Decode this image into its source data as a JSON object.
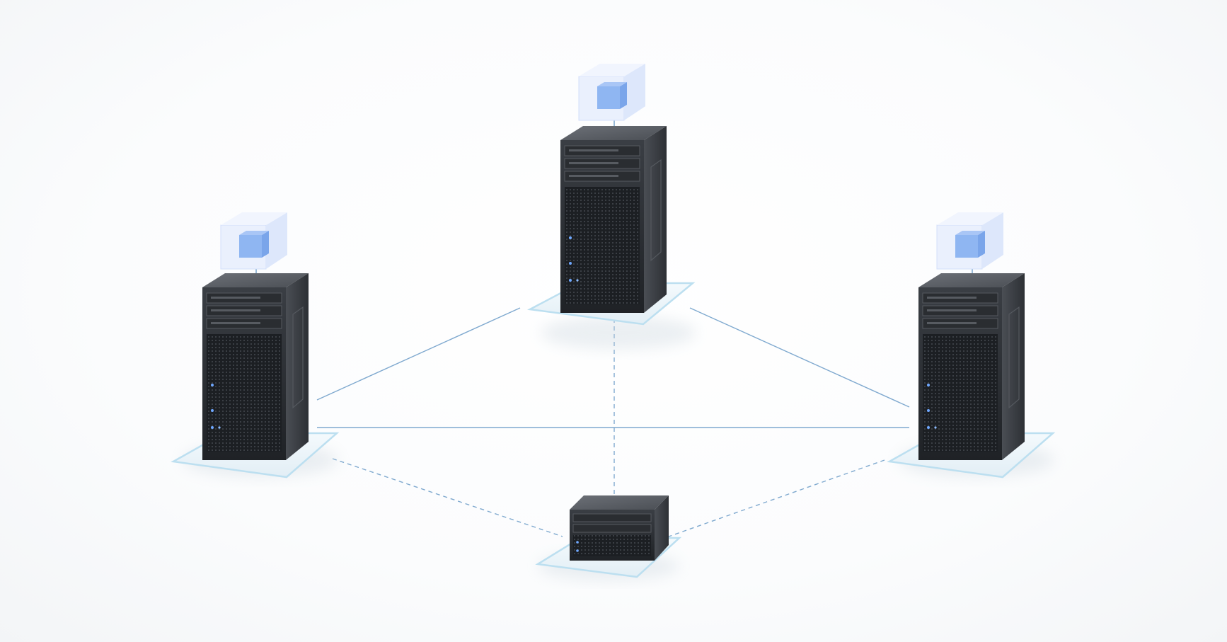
{
  "diagram": {
    "nodes": [
      {
        "id": "server-top",
        "kind": "tower-server",
        "has_cube": true
      },
      {
        "id": "server-left",
        "kind": "tower-server",
        "has_cube": true
      },
      {
        "id": "server-right",
        "kind": "tower-server",
        "has_cube": true
      },
      {
        "id": "server-bottom",
        "kind": "small-server",
        "has_cube": false
      }
    ],
    "links": [
      {
        "from": "server-left",
        "to": "server-top",
        "style": "solid"
      },
      {
        "from": "server-top",
        "to": "server-right",
        "style": "solid"
      },
      {
        "from": "server-left",
        "to": "server-right",
        "style": "solid"
      },
      {
        "from": "server-top",
        "to": "server-bottom",
        "style": "dashed"
      },
      {
        "from": "server-left",
        "to": "server-bottom",
        "style": "dashed"
      },
      {
        "from": "server-right",
        "to": "server-bottom",
        "style": "dashed"
      }
    ],
    "colors": {
      "link": "#7fa9cf",
      "cube": "#8fb6f2",
      "server_body": "#2f3237",
      "plate_edge": "#bcdff0"
    }
  }
}
